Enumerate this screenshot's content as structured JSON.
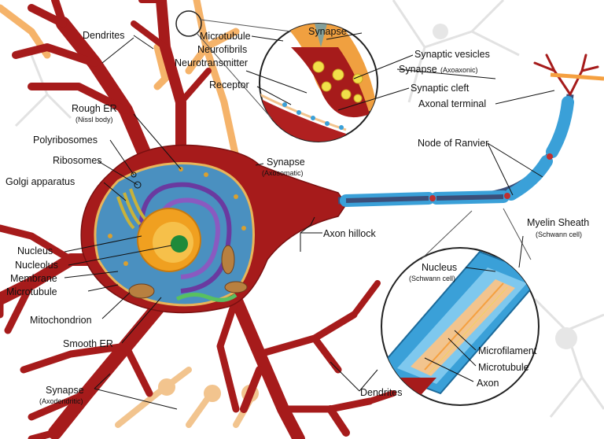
{
  "labels": {
    "dendrites_top": "Dendrites",
    "rough_er": "Rough ER",
    "rough_er_sub": "(Nissl body)",
    "polyribosomes": "Polyribosomes",
    "ribosomes": "Ribosomes",
    "golgi": "Golgi apparatus",
    "nucleus": "Nucleus",
    "nucleolus": "Nucleolus",
    "membrane": "Membrane",
    "microtubule_left": "Microtubule",
    "mitochondrion": "Mitochondrion",
    "smooth_er": "Smooth ER",
    "synapse_axodendritic": "Synapse",
    "synapse_axodendritic_sub": "(Axodendritic)",
    "microtubule_top": "Microtubule",
    "neurofibrils": "Neurofibrils",
    "neurotransmitter": "Neurotransmitter",
    "receptor": "Receptor",
    "synapse_inset": "Synapse",
    "synaptic_vesicles": "Synaptic vesicles",
    "synapse_axoaxonic": "Synapse",
    "synapse_axoaxonic_sub": "(Axoaxonic)",
    "synaptic_cleft": "Synaptic cleft",
    "axonal_terminal": "Axonal terminal",
    "node_of_ranvier": "Node of Ranvier",
    "synapse_axosomatic": "Synapse",
    "synapse_axosomatic_sub": "(Axosomatic)",
    "axon_hillock": "Axon hillock",
    "myelin_sheath": "Myelin Sheath",
    "myelin_sheath_sub": "(Schwann cell)",
    "nucleus_schwann": "Nucleus",
    "nucleus_schwann_sub": "(Schwann cell)",
    "microfilament": "Microfilament",
    "microtubule_inset": "Microtubule",
    "axon": "Axon",
    "dendrites_bottom": "Dendrites"
  },
  "colors": {
    "neuron_body": "#a61b1b",
    "neuron_outline": "#7a1010",
    "cytoplasm": "#4a90c0",
    "nucleus": "#f0a020",
    "nucleolus": "#1e8a3a",
    "golgi": "#c9b23a",
    "rough_er": "#6a3aa0",
    "myelin": "#3aa0d8",
    "axon_core": "#3b4f7a",
    "dendrite_bg": "#dddddd",
    "vesicle": "#f1e04a"
  }
}
